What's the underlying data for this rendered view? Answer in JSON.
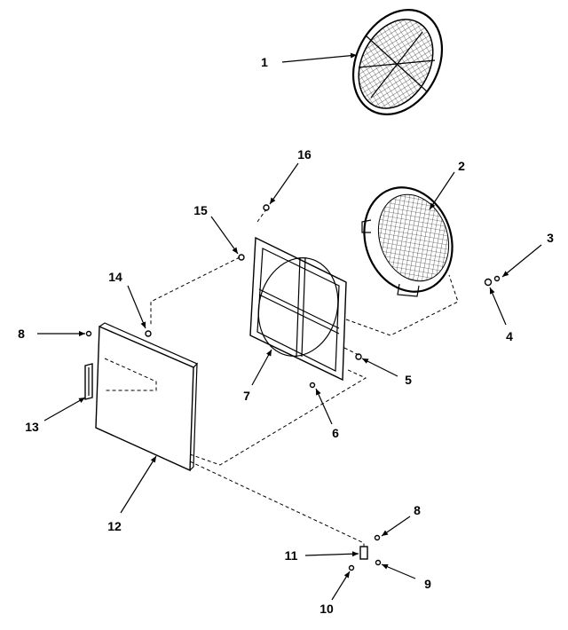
{
  "callouts": [
    {
      "id": "c1",
      "text": "1"
    },
    {
      "id": "c2",
      "text": "2"
    },
    {
      "id": "c3",
      "text": "3"
    },
    {
      "id": "c4",
      "text": "4"
    },
    {
      "id": "c5",
      "text": "5"
    },
    {
      "id": "c6",
      "text": "6"
    },
    {
      "id": "c7",
      "text": "7"
    },
    {
      "id": "c8a",
      "text": "8"
    },
    {
      "id": "c8b",
      "text": "8"
    },
    {
      "id": "c9",
      "text": "9"
    },
    {
      "id": "c10",
      "text": "10"
    },
    {
      "id": "c11",
      "text": "11"
    },
    {
      "id": "c12",
      "text": "12"
    },
    {
      "id": "c13",
      "text": "13"
    },
    {
      "id": "c14",
      "text": "14"
    },
    {
      "id": "c15",
      "text": "15"
    },
    {
      "id": "c16",
      "text": "16"
    }
  ]
}
